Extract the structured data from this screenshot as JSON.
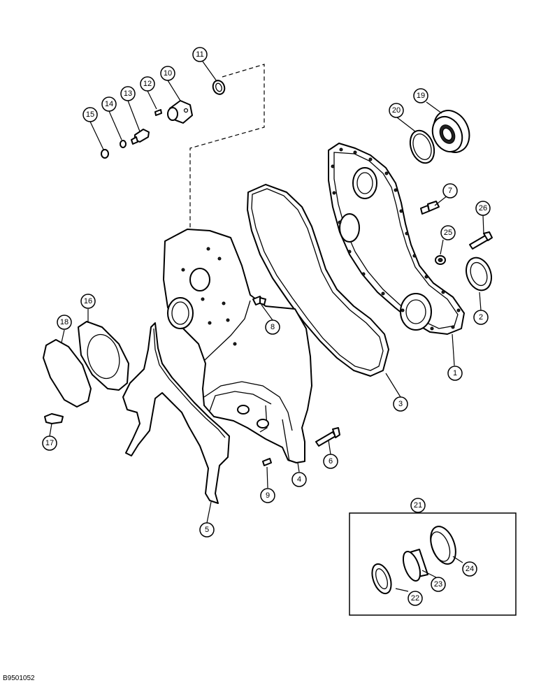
{
  "figure_id": "B9501052",
  "callouts": [
    "1",
    "2",
    "3",
    "4",
    "5",
    "6",
    "7",
    "8",
    "9",
    "10",
    "11",
    "12",
    "13",
    "14",
    "15",
    "16",
    "17",
    "18",
    "19",
    "20",
    "21",
    "22",
    "23",
    "24",
    "25",
    "26"
  ],
  "inset_group": {
    "label": "21",
    "members": [
      "22",
      "23",
      "24"
    ]
  }
}
